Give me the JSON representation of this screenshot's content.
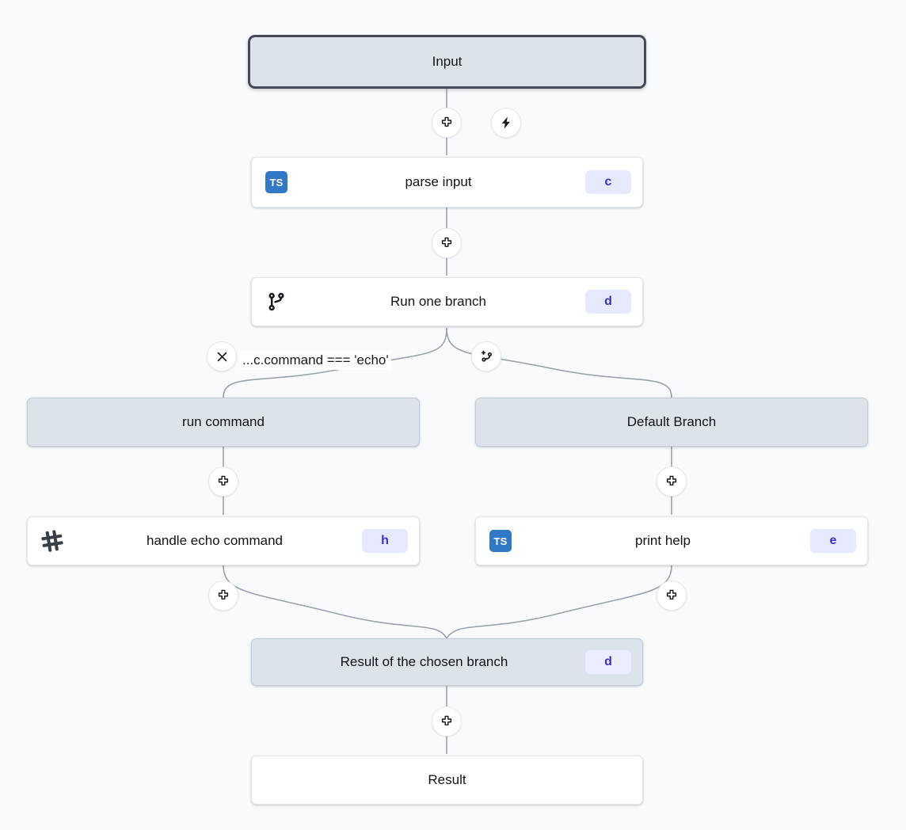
{
  "canvas": {
    "background": "#f8fafc",
    "node_fill_grey": "#dde3ea",
    "node_fill_white": "#ffffff",
    "badge_bg": "#e7e9ff",
    "badge_fg": "#3a31c6",
    "ts_icon_bg": "#3178c6",
    "edge_color": "#9aa2ad",
    "selected_border": "#434a55"
  },
  "nodes": {
    "input": {
      "label": "Input"
    },
    "parse_input": {
      "label": "parse input",
      "badge": "c",
      "icon": "typescript-icon"
    },
    "run_branch": {
      "label": "Run one branch",
      "badge": "d",
      "icon": "git-branch-icon"
    },
    "run_command": {
      "label": "run command"
    },
    "default_branch": {
      "label": "Default Branch"
    },
    "handle_echo": {
      "label": "handle echo command",
      "badge": "h",
      "icon": "bash-hash-icon"
    },
    "print_help": {
      "label": "print help",
      "badge": "e",
      "icon": "typescript-icon"
    },
    "branch_result": {
      "label": "Result of the chosen branch",
      "badge": "d"
    },
    "result": {
      "label": "Result"
    }
  },
  "branch": {
    "condition_label": "...c.command === 'echo'",
    "remove_branch_title": "X",
    "add_branch_title": "add-branch"
  },
  "buttons": {
    "insert_step_title": "+",
    "trigger_title": "lightning"
  }
}
